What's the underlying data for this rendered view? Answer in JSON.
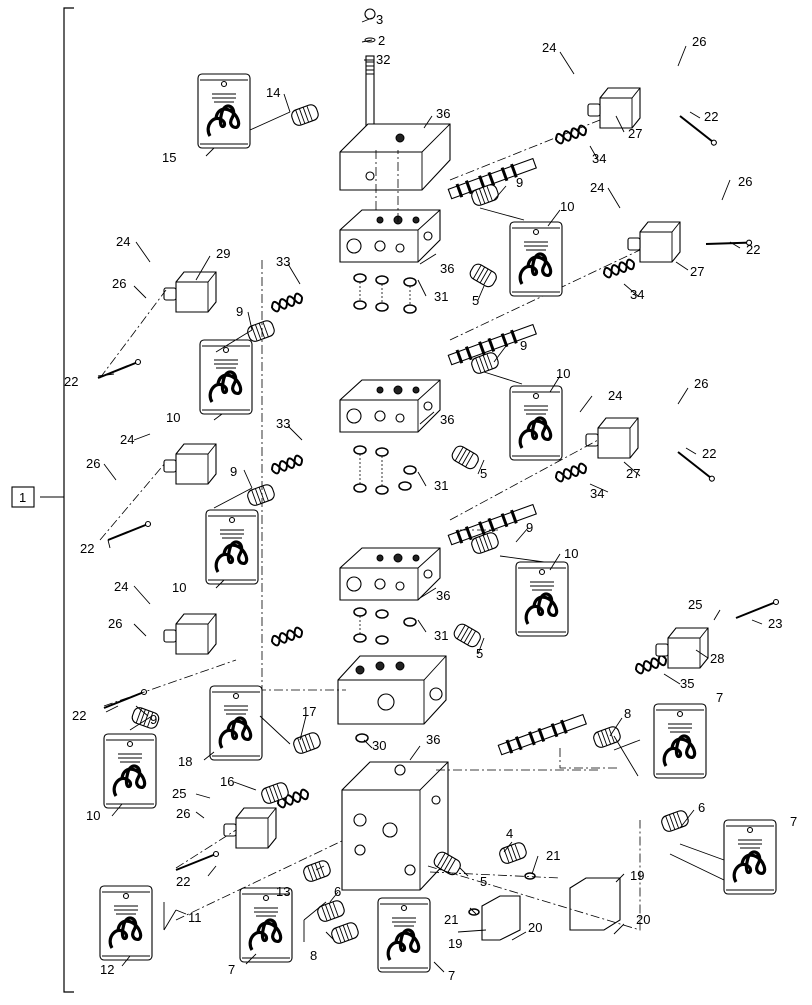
{
  "callouts": [
    {
      "id": "c3",
      "label": "3"
    },
    {
      "id": "c2",
      "label": "2"
    },
    {
      "id": "c32",
      "label": "32"
    },
    {
      "id": "c36a",
      "label": "36"
    },
    {
      "id": "c14",
      "label": "14"
    },
    {
      "id": "c15",
      "label": "15"
    },
    {
      "id": "c24a",
      "label": "24"
    },
    {
      "id": "c26a",
      "label": "26"
    },
    {
      "id": "c22a",
      "label": "22"
    },
    {
      "id": "c27a",
      "label": "27"
    },
    {
      "id": "c34a",
      "label": "34"
    },
    {
      "id": "c9a",
      "label": "9"
    },
    {
      "id": "c10a",
      "label": "10"
    },
    {
      "id": "c24b",
      "label": "24"
    },
    {
      "id": "c26b",
      "label": "26"
    },
    {
      "id": "c22b",
      "label": "22"
    },
    {
      "id": "c27b",
      "label": "27"
    },
    {
      "id": "c34b",
      "label": "34"
    },
    {
      "id": "c24c",
      "label": "24"
    },
    {
      "id": "c29",
      "label": "29"
    },
    {
      "id": "c26c",
      "label": "26"
    },
    {
      "id": "c33a",
      "label": "33"
    },
    {
      "id": "c36b",
      "label": "36"
    },
    {
      "id": "c5a",
      "label": "5"
    },
    {
      "id": "c31a",
      "label": "31"
    },
    {
      "id": "c9b",
      "label": "9"
    },
    {
      "id": "c22c",
      "label": "22"
    },
    {
      "id": "c10b",
      "label": "10"
    },
    {
      "id": "c9c",
      "label": "9"
    },
    {
      "id": "c10c",
      "label": "10"
    },
    {
      "id": "c24d",
      "label": "24"
    },
    {
      "id": "c26d",
      "label": "26"
    },
    {
      "id": "c22d",
      "label": "22"
    },
    {
      "id": "c27c",
      "label": "27"
    },
    {
      "id": "c24e",
      "label": "24"
    },
    {
      "id": "c33b",
      "label": "33"
    },
    {
      "id": "c36c",
      "label": "36"
    },
    {
      "id": "c5b",
      "label": "5"
    },
    {
      "id": "c31b",
      "label": "31"
    },
    {
      "id": "c34c",
      "label": "34"
    },
    {
      "id": "c26e",
      "label": "26"
    },
    {
      "id": "c9d",
      "label": "9"
    },
    {
      "id": "c1",
      "label": "1"
    },
    {
      "id": "c22e",
      "label": "22"
    },
    {
      "id": "c9e",
      "label": "9"
    },
    {
      "id": "c10d",
      "label": "10"
    },
    {
      "id": "c10e",
      "label": "10"
    },
    {
      "id": "c24f",
      "label": "24"
    },
    {
      "id": "c36d",
      "label": "36"
    },
    {
      "id": "c26f",
      "label": "26"
    },
    {
      "id": "c31c",
      "label": "31"
    },
    {
      "id": "c5c",
      "label": "5"
    },
    {
      "id": "c25a",
      "label": "25"
    },
    {
      "id": "c23",
      "label": "23"
    },
    {
      "id": "c28",
      "label": "28"
    },
    {
      "id": "c35",
      "label": "35"
    },
    {
      "id": "c22f",
      "label": "22"
    },
    {
      "id": "c9f",
      "label": "9"
    },
    {
      "id": "c17",
      "label": "17"
    },
    {
      "id": "c7a",
      "label": "7"
    },
    {
      "id": "c8a",
      "label": "8"
    },
    {
      "id": "c18",
      "label": "18"
    },
    {
      "id": "c30",
      "label": "30"
    },
    {
      "id": "c36e",
      "label": "36"
    },
    {
      "id": "c10f",
      "label": "10"
    },
    {
      "id": "c16",
      "label": "16"
    },
    {
      "id": "c25b",
      "label": "25"
    },
    {
      "id": "c26g",
      "label": "26"
    },
    {
      "id": "c6a",
      "label": "6"
    },
    {
      "id": "c7b",
      "label": "7"
    },
    {
      "id": "c4",
      "label": "4"
    },
    {
      "id": "c21a",
      "label": "21"
    },
    {
      "id": "c22g",
      "label": "22"
    },
    {
      "id": "c13",
      "label": "13"
    },
    {
      "id": "c6b",
      "label": "6"
    },
    {
      "id": "c5d",
      "label": "5"
    },
    {
      "id": "c19a",
      "label": "19"
    },
    {
      "id": "c11",
      "label": "11"
    },
    {
      "id": "c21b",
      "label": "21"
    },
    {
      "id": "c20a",
      "label": "20"
    },
    {
      "id": "c20b",
      "label": "20"
    },
    {
      "id": "c8b",
      "label": "8"
    },
    {
      "id": "c19b",
      "label": "19"
    },
    {
      "id": "c12",
      "label": "12"
    },
    {
      "id": "c7c",
      "label": "7"
    },
    {
      "id": "c7d",
      "label": "7"
    }
  ]
}
